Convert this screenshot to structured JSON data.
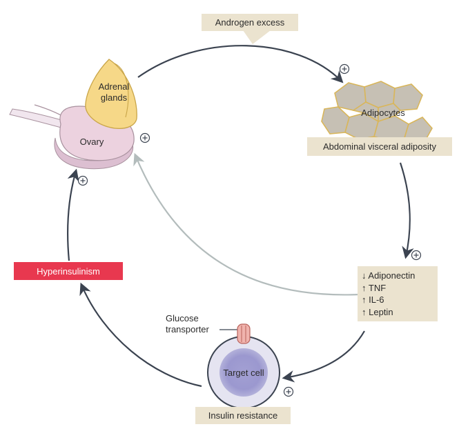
{
  "labels": {
    "androgen_excess": "Androgen excess",
    "adrenal_line1": "Adrenal",
    "adrenal_line2": "glands",
    "ovary": "Ovary",
    "adipocytes": "Adipocytes",
    "abdominal": "Abdominal visceral adiposity",
    "hyperinsulinism": "Hyperinsulinism",
    "glucose_line1": "Glucose",
    "glucose_line2": "transporter",
    "target_cell": "Target cell",
    "insulin_resistance": "Insulin resistance",
    "plus_symbol": "+"
  },
  "factors": [
    {
      "arrow": "↓",
      "name": "Adiponectin"
    },
    {
      "arrow": "↑",
      "name": "TNF"
    },
    {
      "arrow": "↑",
      "name": "IL-6"
    },
    {
      "arrow": "↑",
      "name": "Leptin"
    }
  ],
  "colors": {
    "callout_bg": "#ebe3cf",
    "hyperinsulinism_bg": "#e8384f",
    "dark_arrow": "#3b4350",
    "gray_arrow": "#b3bcbc",
    "adrenal_fill": "#f6d888",
    "ovary_fill": "#ecd2df",
    "adipocyte_fill": "#c6c0b4",
    "cell_fill": "#c9c7e3",
    "transporter_fill": "#f0b3ad"
  }
}
